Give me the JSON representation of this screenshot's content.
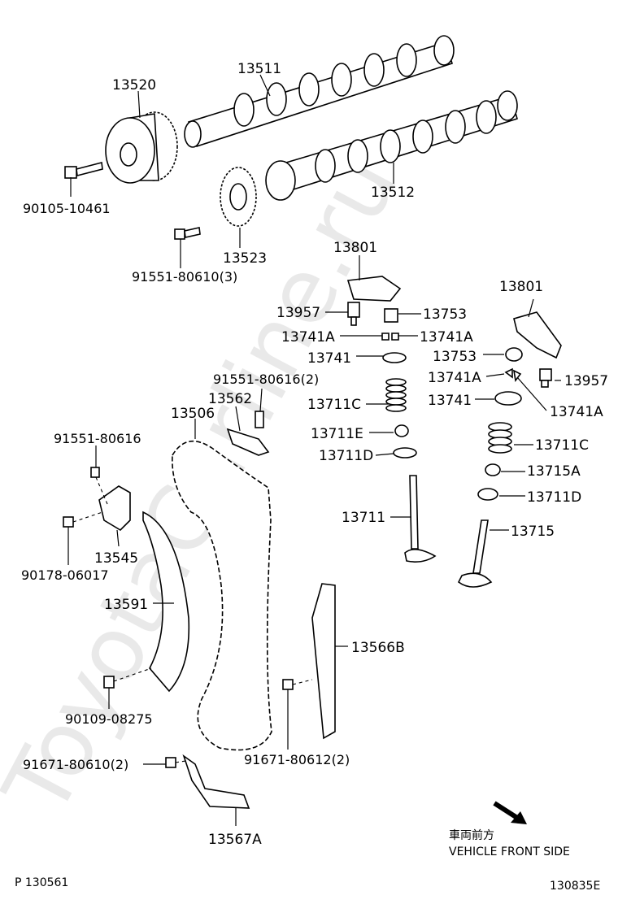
{
  "watermark": "ToyotaCarline.ru",
  "parts": {
    "p13520": "13520",
    "p13511": "13511",
    "p90105": "90105-10461",
    "p13512": "13512",
    "p13523": "13523",
    "p91551_3": "91551-80610(3)",
    "p13801_a": "13801",
    "p13957_a": "13957",
    "p13753_a": "13753",
    "p13741A_a": "13741A",
    "p13741A_b": "13741A",
    "p13741_a": "13741",
    "p13801_b": "13801",
    "p13753_b": "13753",
    "p13741A_c": "13741A",
    "p13957_b": "13957",
    "p13741_b": "13741",
    "p13741A_d": "13741A",
    "p91551_2": "91551-80616(2)",
    "p13562": "13562",
    "p13506": "13506",
    "p13711C_a": "13711C",
    "p13711E": "13711E",
    "p13711D_a": "13711D",
    "p13711C_b": "13711C",
    "p13715A": "13715A",
    "p13711D_b": "13711D",
    "p91551_80616": "91551-80616",
    "p13711": "13711",
    "p13715": "13715",
    "p13545": "13545",
    "p90178": "90178-06017",
    "p13591": "13591",
    "p13566B": "13566B",
    "p90109": "90109-08275",
    "p91671_80610": "91671-80610(2)",
    "p91671_80612": "91671-80612(2)",
    "p13567A": "13567A"
  },
  "footer": {
    "direction_jp": "車両前方",
    "direction_en": "VEHICLE FRONT SIDE",
    "page_ref": "P 130561",
    "drawing_ref": "130835E"
  }
}
